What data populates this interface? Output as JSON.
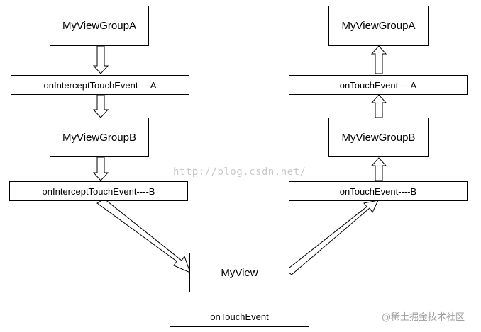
{
  "left_column": {
    "group_a": "MyViewGroupA",
    "intercept_a": "onInterceptTouchEvent----A",
    "group_b": "MyViewGroupB",
    "intercept_b": "onInterceptTouchEvent----B"
  },
  "right_column": {
    "group_a": "MyViewGroupA",
    "touch_a": "onTouchEvent----A",
    "group_b": "MyViewGroupB",
    "touch_b": "onTouchEvent----B"
  },
  "bottom": {
    "view": "MyView",
    "touch": "onTouchEvent"
  },
  "watermark": "http://blog.csdn.net/",
  "credit": "@稀土掘金技术社区",
  "colors": {
    "stroke": "#000000",
    "watermark": "#c9c9c9",
    "credit": "#a0a0a0"
  }
}
